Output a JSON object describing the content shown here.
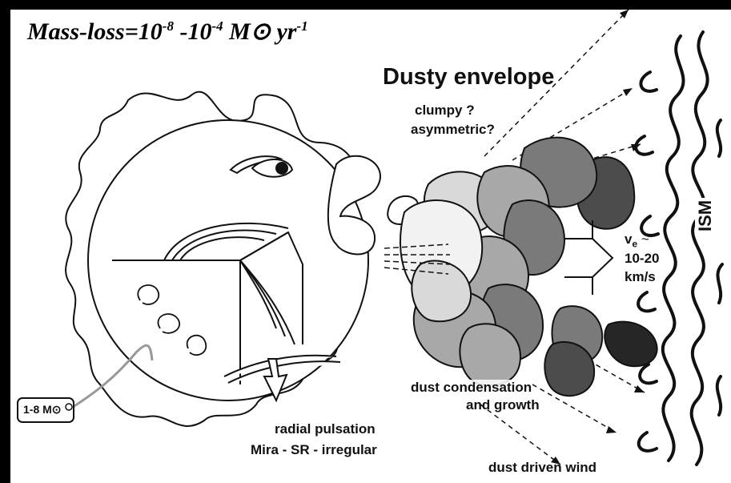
{
  "title": {
    "prefix": "Mass-loss=10",
    "exp1": "-8",
    "mid": " -10",
    "exp2": "-4",
    "unit": " M⊙ yr",
    "exp3": "-1"
  },
  "labels": {
    "dusty_envelope": "Dusty envelope",
    "clumpy": "clumpy ?",
    "asymmetric": "asymmetric?",
    "velocity_symbol": "v",
    "velocity_sub": "e",
    "velocity_approx": "~",
    "velocity_range": "10-20",
    "velocity_unit": "km/s",
    "ism": "ISM",
    "dust_condensation": "dust condensation",
    "and_growth": "and growth",
    "radial_pulsation": "radial pulsation",
    "pulsation_types": "Mira - SR - irregular",
    "dust_driven_wind": "dust driven wind",
    "mass_tag": "1-8 M⊙"
  },
  "colors": {
    "background": "#000000",
    "panel": "#ffffff",
    "outline": "#111111",
    "clump_light": "#d9d9d9",
    "clump_mid": "#a8a8a8",
    "clump_dark": "#7a7a7a",
    "clump_darker": "#4c4c4c",
    "clump_black": "#262626"
  }
}
